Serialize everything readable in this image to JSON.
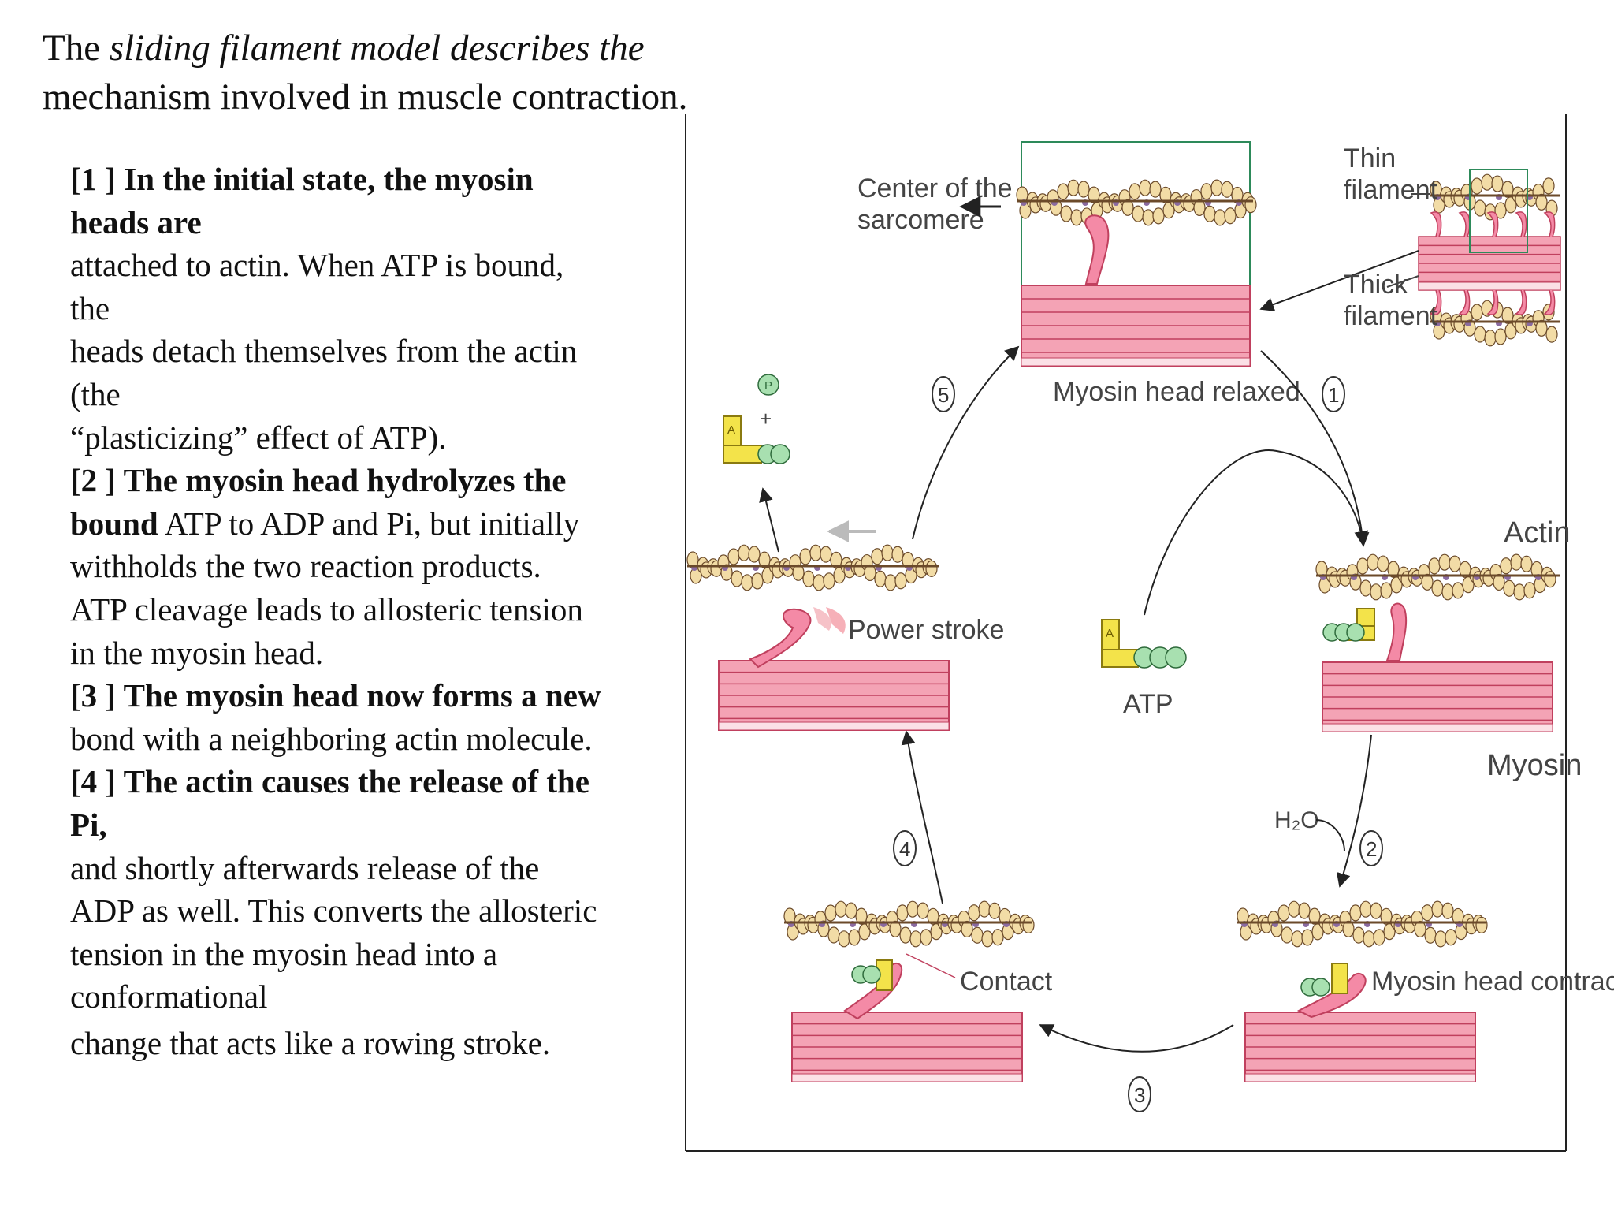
{
  "header": {
    "pre": "The ",
    "italic": "sliding filament model describes the",
    "line2": "mechanism involved in muscle contraction."
  },
  "steps": {
    "s1_line1": "[1 ] In the initial state, the myosin",
    "s1_line2": "heads are",
    "s1_line3": "attached to actin. When ATP is bound,",
    "s1_line4": "the",
    "s1_line5": "heads detach themselves from the actin",
    "s1_line6": "(the",
    "s1_line7": "“plasticizing” effect of ATP).",
    "s2_bold1": "[2 ] The myosin head hydrolyzes the",
    "s2_bold2": "bound",
    "s2_rest2": " ATP to ADP and Pi, but initially",
    "s2_line3": "withholds the two reaction products.",
    "s2_line4": "ATP cleavage leads to allosteric tension",
    "s2_line5": "in the myosin head.",
    "s3_bold": "[3 ] The myosin head now forms a new",
    "s3_line2": "bond with a neighboring actin molecule.",
    "s4_bold1": "[4 ] The actin causes the release of the",
    "s4_bold2": "Pi,",
    "s4_line3": "and shortly afterwards release of the",
    "s4_line4": "ADP as well. This converts the allosteric",
    "s4_line5": "tension in the myosin head into a",
    "s4_line6": "conformational",
    "s4_line7": "change that acts like a rowing stroke."
  },
  "diagram": {
    "center_line1": "Center of the",
    "center_line2": "sarcomere",
    "thin_line1": "Thin",
    "thin_line2": "filament",
    "thick_line1": "Thick",
    "thick_line2": "filament",
    "myosin_relaxed": "Myosin head relaxed",
    "actin": "Actin",
    "myosin": "Myosin",
    "power_stroke": "Power stroke",
    "atp": "ATP",
    "h2o": "H₂O",
    "contact": "Contact",
    "myosin_contracted": "Myosin head contracted",
    "n1": "1",
    "n2": "2",
    "n3": "3",
    "n4": "4",
    "n5": "5",
    "adp_a": "A",
    "p": "P",
    "plus": "+",
    "colors": {
      "actin_bead": "#f2dca6",
      "actin_outline": "#6b4a2a",
      "myosin_fill": "#f4a3b5",
      "myosin_line": "#c0405e",
      "head": "#f48aa6",
      "adp": "#f3e34a",
      "phosphate": "#a8e0b0",
      "frame": "#2d8a5a"
    }
  }
}
